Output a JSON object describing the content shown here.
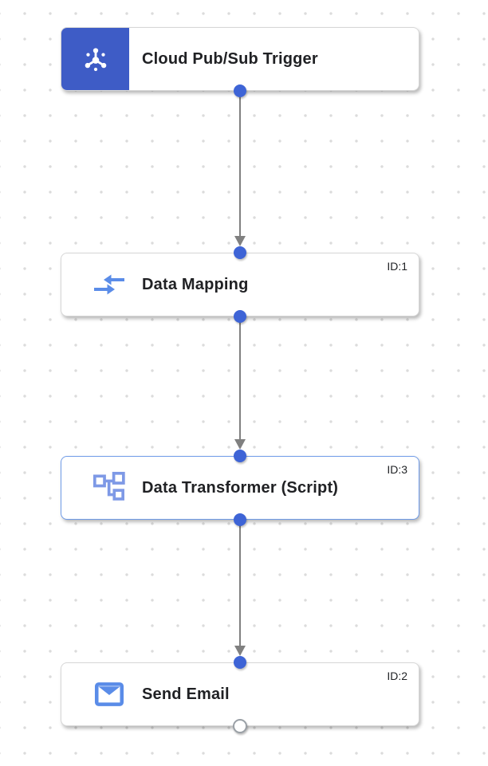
{
  "app": {
    "view_name": "integration-workflow-editor"
  },
  "colors": {
    "trigger_blue": "#3e5cc6",
    "connector_blue": "#3e64d6",
    "selected_border": "#6f9be8",
    "node_border": "#d7d7d7",
    "edge_gray": "#808080",
    "icon_blue": "#5a8ce8",
    "transformer_icon_blue": "#7e99e6",
    "title_color": "#202124",
    "id_color": "#1f2124",
    "grid_dot": "#dbdbdb",
    "open_port_border": "#9aa0a6"
  },
  "nodes": [
    {
      "title": "Cloud Pub/Sub Trigger",
      "id_label": "",
      "icon": "pubsub-trigger-icon",
      "kind": "trigger",
      "selected": false
    },
    {
      "title": "Data Mapping",
      "id_label": "ID:1",
      "icon": "data-mapping-icon",
      "kind": "task",
      "selected": false
    },
    {
      "title": "Data Transformer (Script)",
      "id_label": "ID:3",
      "icon": "data-transformer-icon",
      "kind": "task",
      "selected": true
    },
    {
      "title": "Send Email",
      "id_label": "ID:2",
      "icon": "send-email-icon",
      "kind": "task",
      "selected": false
    }
  ],
  "edges": [
    {
      "from": "Cloud Pub/Sub Trigger",
      "to": "Data Mapping"
    },
    {
      "from": "Data Mapping",
      "to": "Data Transformer (Script)"
    },
    {
      "from": "Data Transformer (Script)",
      "to": "Send Email"
    }
  ]
}
